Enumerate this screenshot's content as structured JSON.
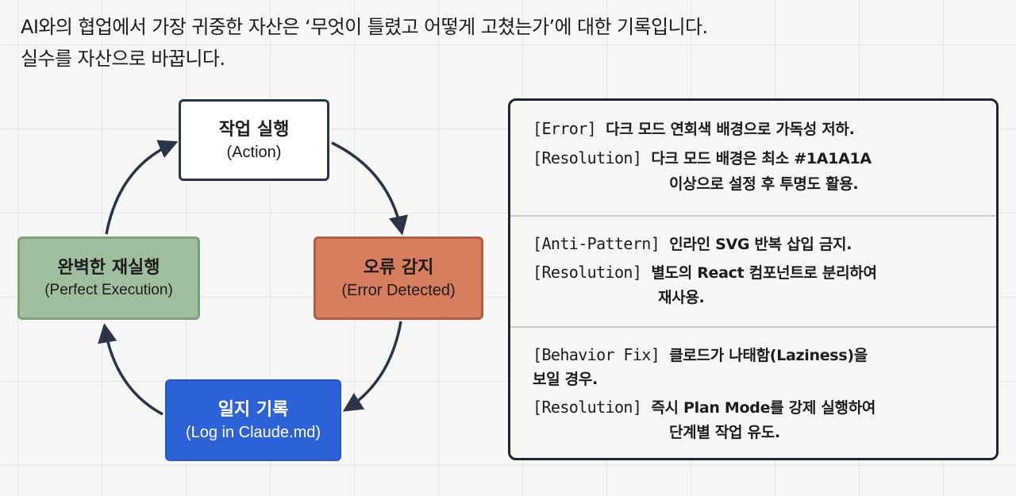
{
  "heading": {
    "line1": "AI와의 협업에서 가장 귀중한 자산은 ‘무엇이 틀렸고 어떻게 고쳤는가’에 대한 기록입니다.",
    "line2": "실수를 자산으로 바꿉니다."
  },
  "cycle": {
    "action": {
      "ko": "작업 실행",
      "en": "(Action)"
    },
    "error": {
      "ko": "오류 감지",
      "en": "(Error Detected)"
    },
    "log": {
      "ko": "일지 기록",
      "en": "(Log in Claude.md)"
    },
    "perfect": {
      "ko": "완벽한 재실행",
      "en": "(Perfect Execution)"
    }
  },
  "colors": {
    "action": "#ffffff",
    "error": "#d77e5f",
    "log": "#2d62d6",
    "perfect": "#9fbe9d",
    "arrow": "#2b3447"
  },
  "panel": {
    "entries": [
      {
        "tag": "[Error]",
        "text": "다크 모드 연회색 배경으로 가독성 저하.",
        "res_tag": "[Resolution]",
        "res_line1": "다크 모드 배경은 최소 #1A1A1A",
        "res_line2": "이상으로 설정 후 투명도 활용."
      },
      {
        "tag": "[Anti-Pattern]",
        "text": "인라인 SVG 반복 삽입 금지.",
        "res_tag": "[Resolution]",
        "res_line1": "별도의 React 컴포넌트로 분리하여",
        "res_line2": "재사용."
      },
      {
        "tag": "[Behavior Fix]",
        "text": "클로드가 나태함(Laziness)을",
        "text_line2": "보일 경우.",
        "res_tag": "[Resolution]",
        "res_line1": "즉시 Plan Mode를 강제 실행하여",
        "res_line2": "단계별 작업 유도."
      }
    ]
  }
}
